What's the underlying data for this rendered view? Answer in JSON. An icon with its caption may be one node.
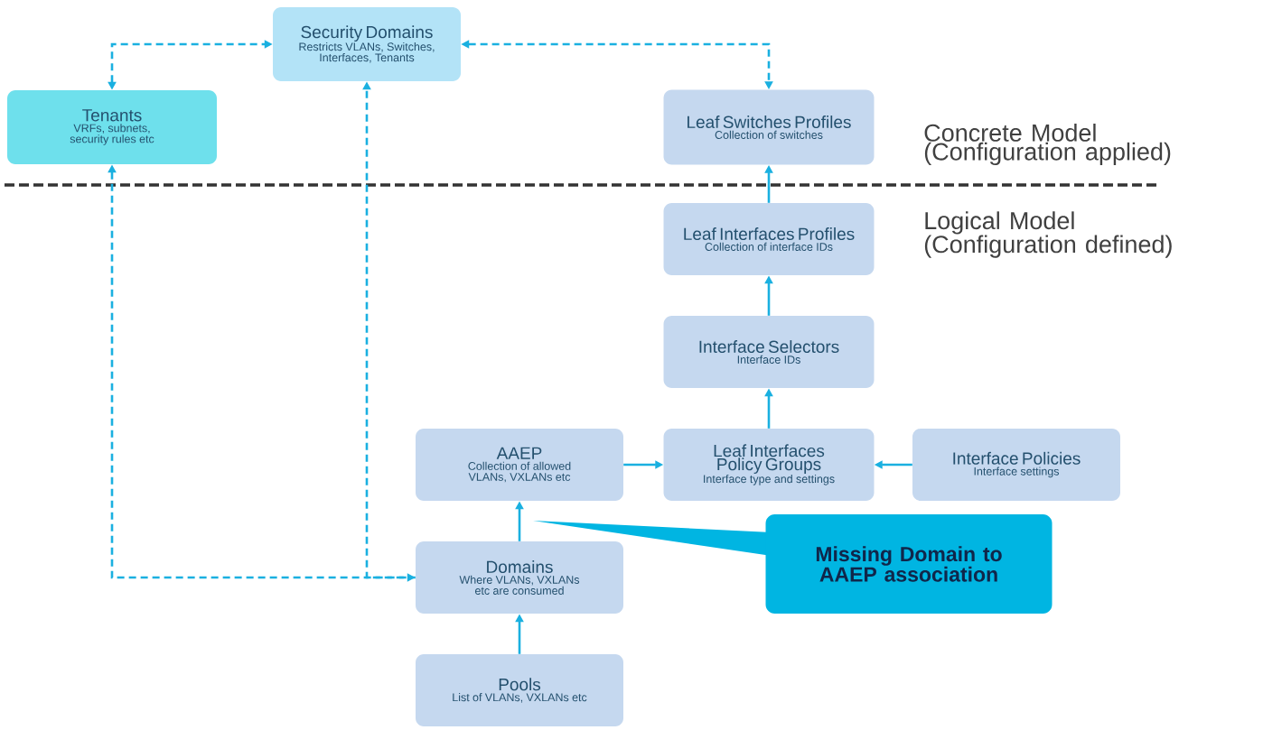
{
  "diagram": {
    "nodes": [
      {
        "text": [
          "Security Domains",
          "Restricts VLANs, Switches, Interfaces, Tenants"
        ]
      },
      {
        "text": [
          "Tenants",
          "VRFs, subnets, security rules etc"
        ]
      },
      {
        "text": [
          "Leaf Switches Profiles",
          "Collection of switches"
        ]
      },
      {
        "text": [
          "Leaf Interfaces Profiles",
          "Collection of interface IDs"
        ]
      },
      {
        "text": [
          "Interface Selectors",
          "Interface IDs"
        ]
      },
      {
        "text": [
          "AAEP",
          "Collection of allowed VLANs, VXLANs etc"
        ]
      },
      {
        "text": [
          "Leaf Interfaces Policy Groups",
          "Interface type and settings"
        ]
      },
      {
        "text": [
          "Interface Policies",
          "Interface settings"
        ]
      },
      {
        "text": [
          "Missing Domain to AAEP association"
        ]
      },
      {
        "text": [
          "Domains",
          "Where VLANs, VXLANs etc are consumed"
        ]
      },
      {
        "text": [
          "Pools",
          "List of VLANs, VXLANs etc"
        ]
      }
    ],
    "edges": [
      {
        "from": 1,
        "to": 0,
        "arrow": "both",
        "style": "dashed"
      },
      {
        "from": 0,
        "to": 2,
        "arrow": "both",
        "style": "dashed"
      },
      {
        "from": 1,
        "to": 9,
        "arrow": "both",
        "style": "dashed"
      },
      {
        "from": 9,
        "to": 0,
        "arrow": "to",
        "style": "dashed"
      },
      {
        "from": 3,
        "to": 2,
        "arrow": "to"
      },
      {
        "from": 4,
        "to": 3,
        "arrow": "to"
      },
      {
        "from": 6,
        "to": 4,
        "arrow": "to"
      },
      {
        "from": 5,
        "to": 6,
        "arrow": "to"
      },
      {
        "from": 7,
        "to": 6,
        "arrow": "to"
      },
      {
        "from": 9,
        "to": 5,
        "arrow": "to"
      },
      {
        "from": 10,
        "to": 9,
        "arrow": "to"
      }
    ],
    "labels": [
      "Concrete Model (Configuration applied)",
      "Logical Model (Configuration defined)"
    ]
  }
}
